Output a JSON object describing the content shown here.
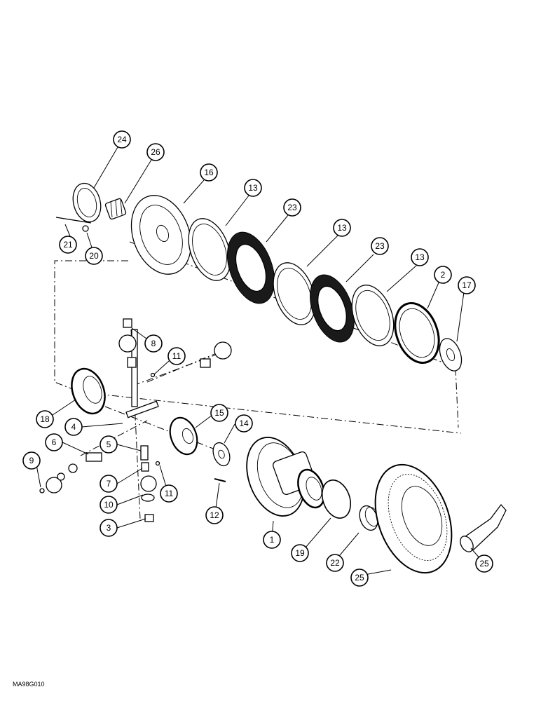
{
  "drawing_code": "MA98G010",
  "callouts": [
    {
      "id": "c24",
      "label": "24"
    },
    {
      "id": "c26",
      "label": "26"
    },
    {
      "id": "c16",
      "label": "16"
    },
    {
      "id": "c13a",
      "label": "13"
    },
    {
      "id": "c23a",
      "label": "23"
    },
    {
      "id": "c13b",
      "label": "13"
    },
    {
      "id": "c23b",
      "label": "23"
    },
    {
      "id": "c13c",
      "label": "13"
    },
    {
      "id": "c2",
      "label": "2"
    },
    {
      "id": "c17",
      "label": "17"
    },
    {
      "id": "c21",
      "label": "21"
    },
    {
      "id": "c20",
      "label": "20"
    },
    {
      "id": "c8",
      "label": "8"
    },
    {
      "id": "c11a",
      "label": "11"
    },
    {
      "id": "c18",
      "label": "18"
    },
    {
      "id": "c4",
      "label": "4"
    },
    {
      "id": "c15",
      "label": "15"
    },
    {
      "id": "c14",
      "label": "14"
    },
    {
      "id": "c6",
      "label": "6"
    },
    {
      "id": "c9",
      "label": "9"
    },
    {
      "id": "c5",
      "label": "5"
    },
    {
      "id": "c7",
      "label": "7"
    },
    {
      "id": "c11b",
      "label": "11"
    },
    {
      "id": "c10",
      "label": "10"
    },
    {
      "id": "c3",
      "label": "3"
    },
    {
      "id": "c12",
      "label": "12"
    },
    {
      "id": "c1",
      "label": "1"
    },
    {
      "id": "c19",
      "label": "19"
    },
    {
      "id": "c22",
      "label": "22"
    },
    {
      "id": "c25a",
      "label": "25"
    },
    {
      "id": "c25b",
      "label": "25"
    }
  ]
}
